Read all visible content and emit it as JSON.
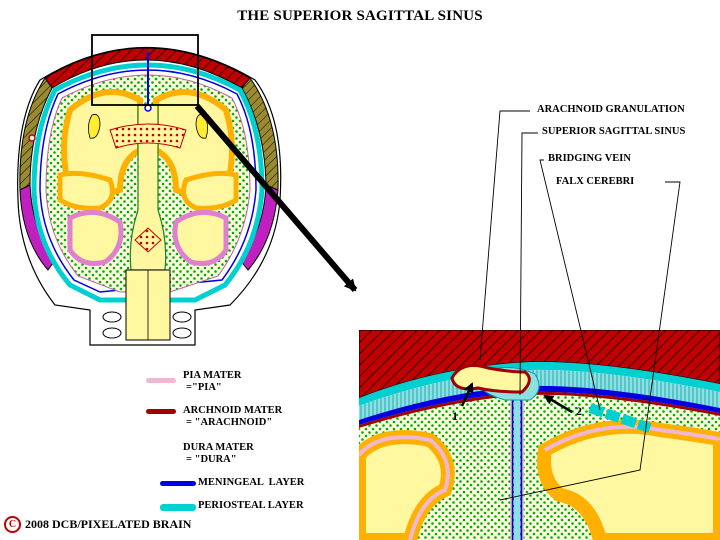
{
  "title": "THE SUPERIOR SAGITTAL SINUS",
  "labels": {
    "arachnoid_granulation": "ARACHNOID GRANULATION",
    "superior_sagittal_sinus": "SUPERIOR SAGITTAL SINUS",
    "bridging_vein": "BRIDGING VEIN",
    "falx_cerebri": "FALX CEREBRI"
  },
  "markers": {
    "one": "1",
    "two": "2"
  },
  "legend": {
    "pia": {
      "line1": "PIA MATER",
      "line2": "=\"PIA\"",
      "color": "#f0b8d0"
    },
    "arachnoid": {
      "line1": "ARCHNOID MATER",
      "line2": "= \"ARACHNOID\"",
      "color": "#a00000"
    },
    "dura": {
      "line1": "DURA MATER",
      "line2": "= \"DURA\""
    },
    "meningeal": {
      "label": "MENINGEAL  LAYER",
      "color": "#0000e0"
    },
    "periosteal": {
      "label": "PERIOSTEAL LAYER",
      "color": "#00d0d0"
    }
  },
  "copyright": {
    "symbol": "C",
    "text": "2008  DCB/PIXELATED BRAIN"
  },
  "colors": {
    "bone": "#c00000",
    "brain_yellow": "#fff8a0",
    "gray_matter_orange": "#ffb000",
    "csf_green_dots": "#00b000",
    "dura_cyan": "#00d0d0",
    "meningeal_blue": "#0000e0"
  }
}
